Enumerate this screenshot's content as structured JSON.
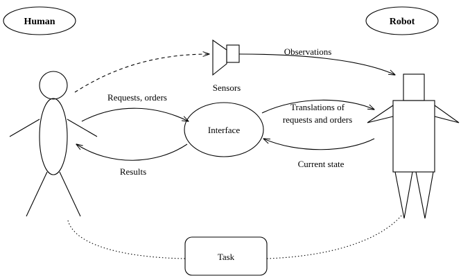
{
  "actors": {
    "human": "Human",
    "robot": "Robot"
  },
  "nodes": {
    "sensors": "Sensors",
    "interface": "Interface",
    "task": "Task"
  },
  "edges": {
    "observations": "Observations",
    "requests_orders": "Requests, orders",
    "translations_line1": "Translations of",
    "translations_line2": "requests and orders",
    "results": "Results",
    "current_state": "Current state"
  }
}
